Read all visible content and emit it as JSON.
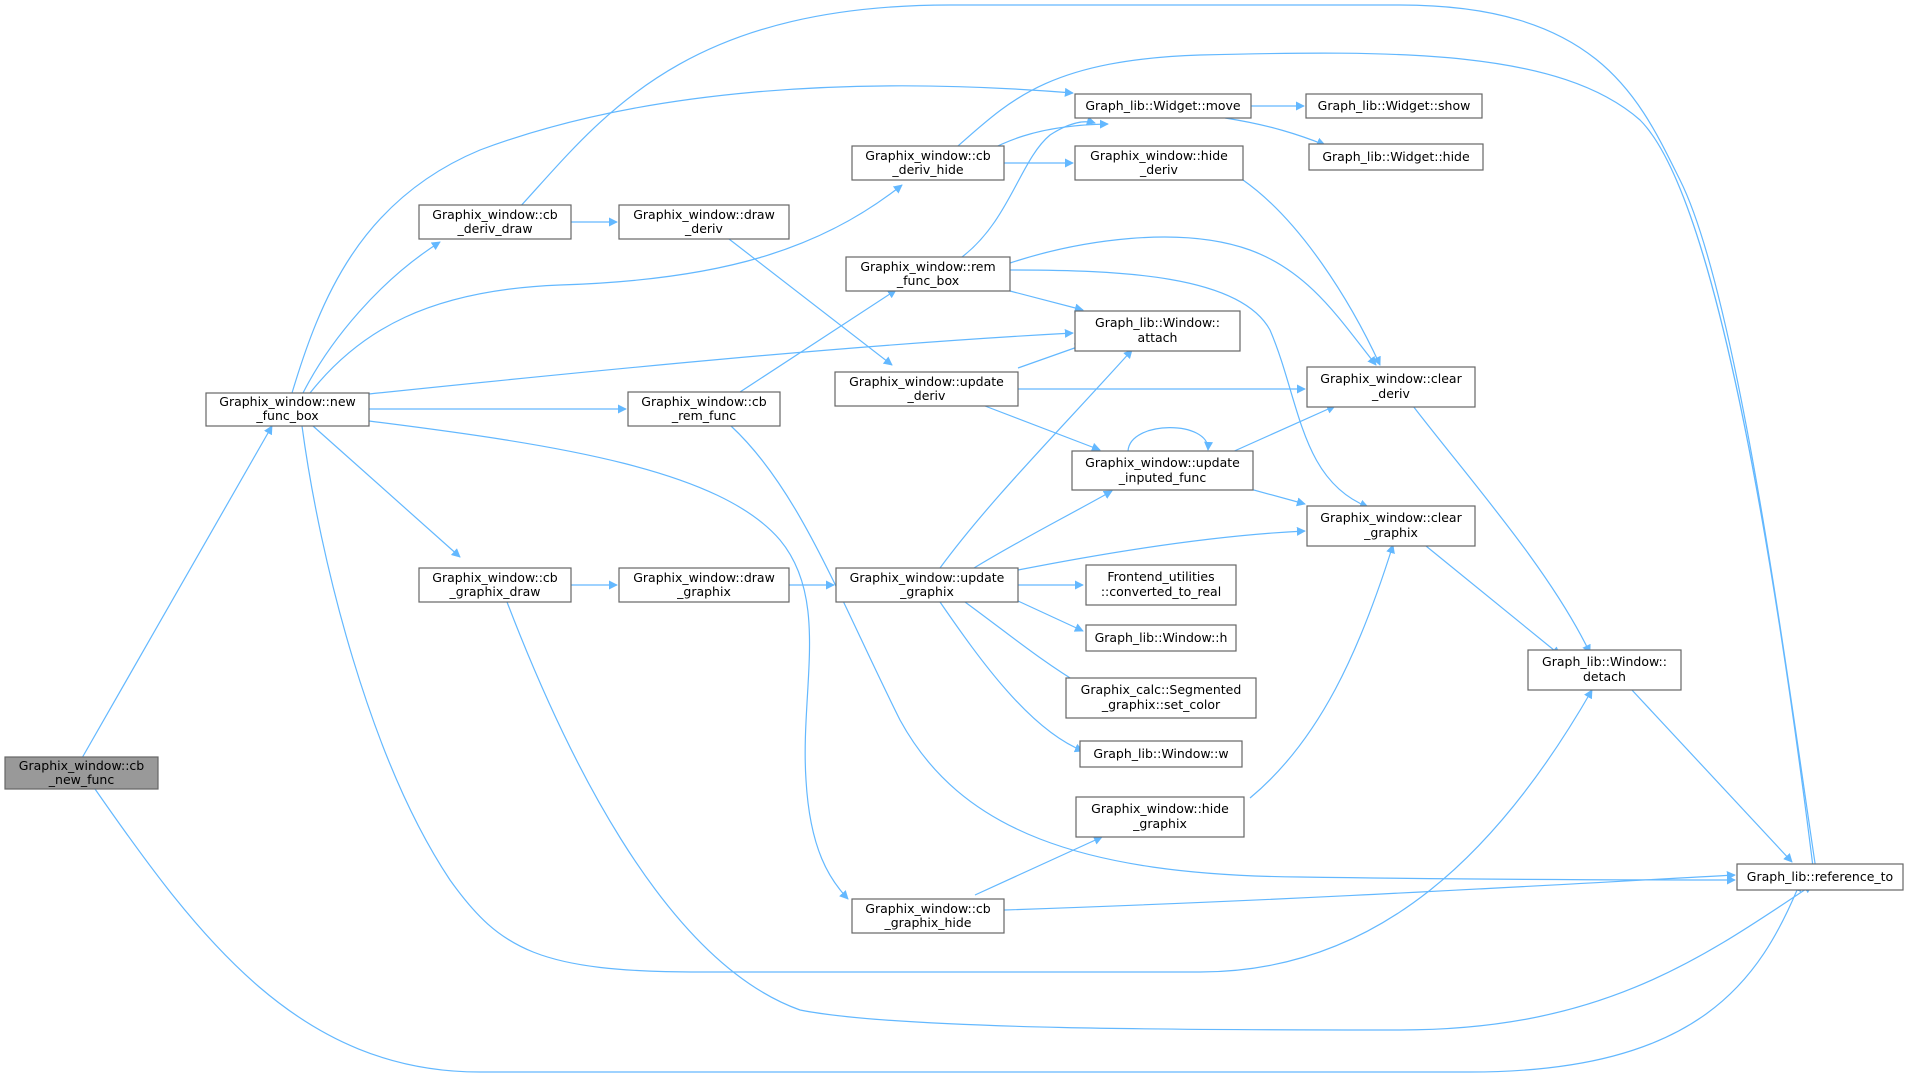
{
  "colors": {
    "edge": "#63b8ff",
    "node_border": "#666666",
    "root_fill": "#999999"
  },
  "nodes": [
    {
      "id": "cb_new_func",
      "lines": [
        "Graphix_window::cb",
        "_new_func"
      ],
      "root": true
    },
    {
      "id": "new_func_box",
      "lines": [
        "Graphix_window::new",
        "_func_box"
      ]
    },
    {
      "id": "cb_deriv_draw",
      "lines": [
        "Graphix_window::cb",
        "_deriv_draw"
      ]
    },
    {
      "id": "cb_graphix_draw",
      "lines": [
        "Graphix_window::cb",
        "_graphix_draw"
      ]
    },
    {
      "id": "draw_deriv",
      "lines": [
        "Graphix_window::draw",
        "_deriv"
      ]
    },
    {
      "id": "cb_rem_func",
      "lines": [
        "Graphix_window::cb",
        "_rem_func"
      ]
    },
    {
      "id": "draw_graphix",
      "lines": [
        "Graphix_window::draw",
        "_graphix"
      ]
    },
    {
      "id": "cb_deriv_hide",
      "lines": [
        "Graphix_window::cb",
        "_deriv_hide"
      ]
    },
    {
      "id": "rem_func_box",
      "lines": [
        "Graphix_window::rem",
        "_func_box"
      ]
    },
    {
      "id": "update_deriv",
      "lines": [
        "Graphix_window::update",
        "_deriv"
      ]
    },
    {
      "id": "update_graphix",
      "lines": [
        "Graphix_window::update",
        "_graphix"
      ]
    },
    {
      "id": "cb_graphix_hide",
      "lines": [
        "Graphix_window::cb",
        "_graphix_hide"
      ]
    },
    {
      "id": "widget_move",
      "lines": [
        "Graph_lib::Widget::move"
      ]
    },
    {
      "id": "hide_deriv",
      "lines": [
        "Graphix_window::hide",
        "_deriv"
      ]
    },
    {
      "id": "window_attach",
      "lines": [
        "Graph_lib::Window::",
        "attach"
      ]
    },
    {
      "id": "update_inputed_func",
      "lines": [
        "Graphix_window::update",
        "_inputed_func"
      ]
    },
    {
      "id": "converted_to_real",
      "lines": [
        "Frontend_utilities",
        "::converted_to_real"
      ]
    },
    {
      "id": "window_h",
      "lines": [
        "Graph_lib::Window::h"
      ]
    },
    {
      "id": "set_color",
      "lines": [
        "Graphix_calc::Segmented",
        "_graphix::set_color"
      ]
    },
    {
      "id": "window_w",
      "lines": [
        "Graph_lib::Window::w"
      ]
    },
    {
      "id": "hide_graphix",
      "lines": [
        "Graphix_window::hide",
        "_graphix"
      ]
    },
    {
      "id": "widget_show",
      "lines": [
        "Graph_lib::Widget::show"
      ]
    },
    {
      "id": "widget_hide",
      "lines": [
        "Graph_lib::Widget::hide"
      ]
    },
    {
      "id": "clear_deriv",
      "lines": [
        "Graphix_window::clear",
        "_deriv"
      ]
    },
    {
      "id": "clear_graphix",
      "lines": [
        "Graphix_window::clear",
        "_graphix"
      ]
    },
    {
      "id": "window_detach",
      "lines": [
        "Graph_lib::Window::",
        "detach"
      ]
    },
    {
      "id": "reference_to",
      "lines": [
        "Graph_lib::reference_to"
      ]
    }
  ]
}
